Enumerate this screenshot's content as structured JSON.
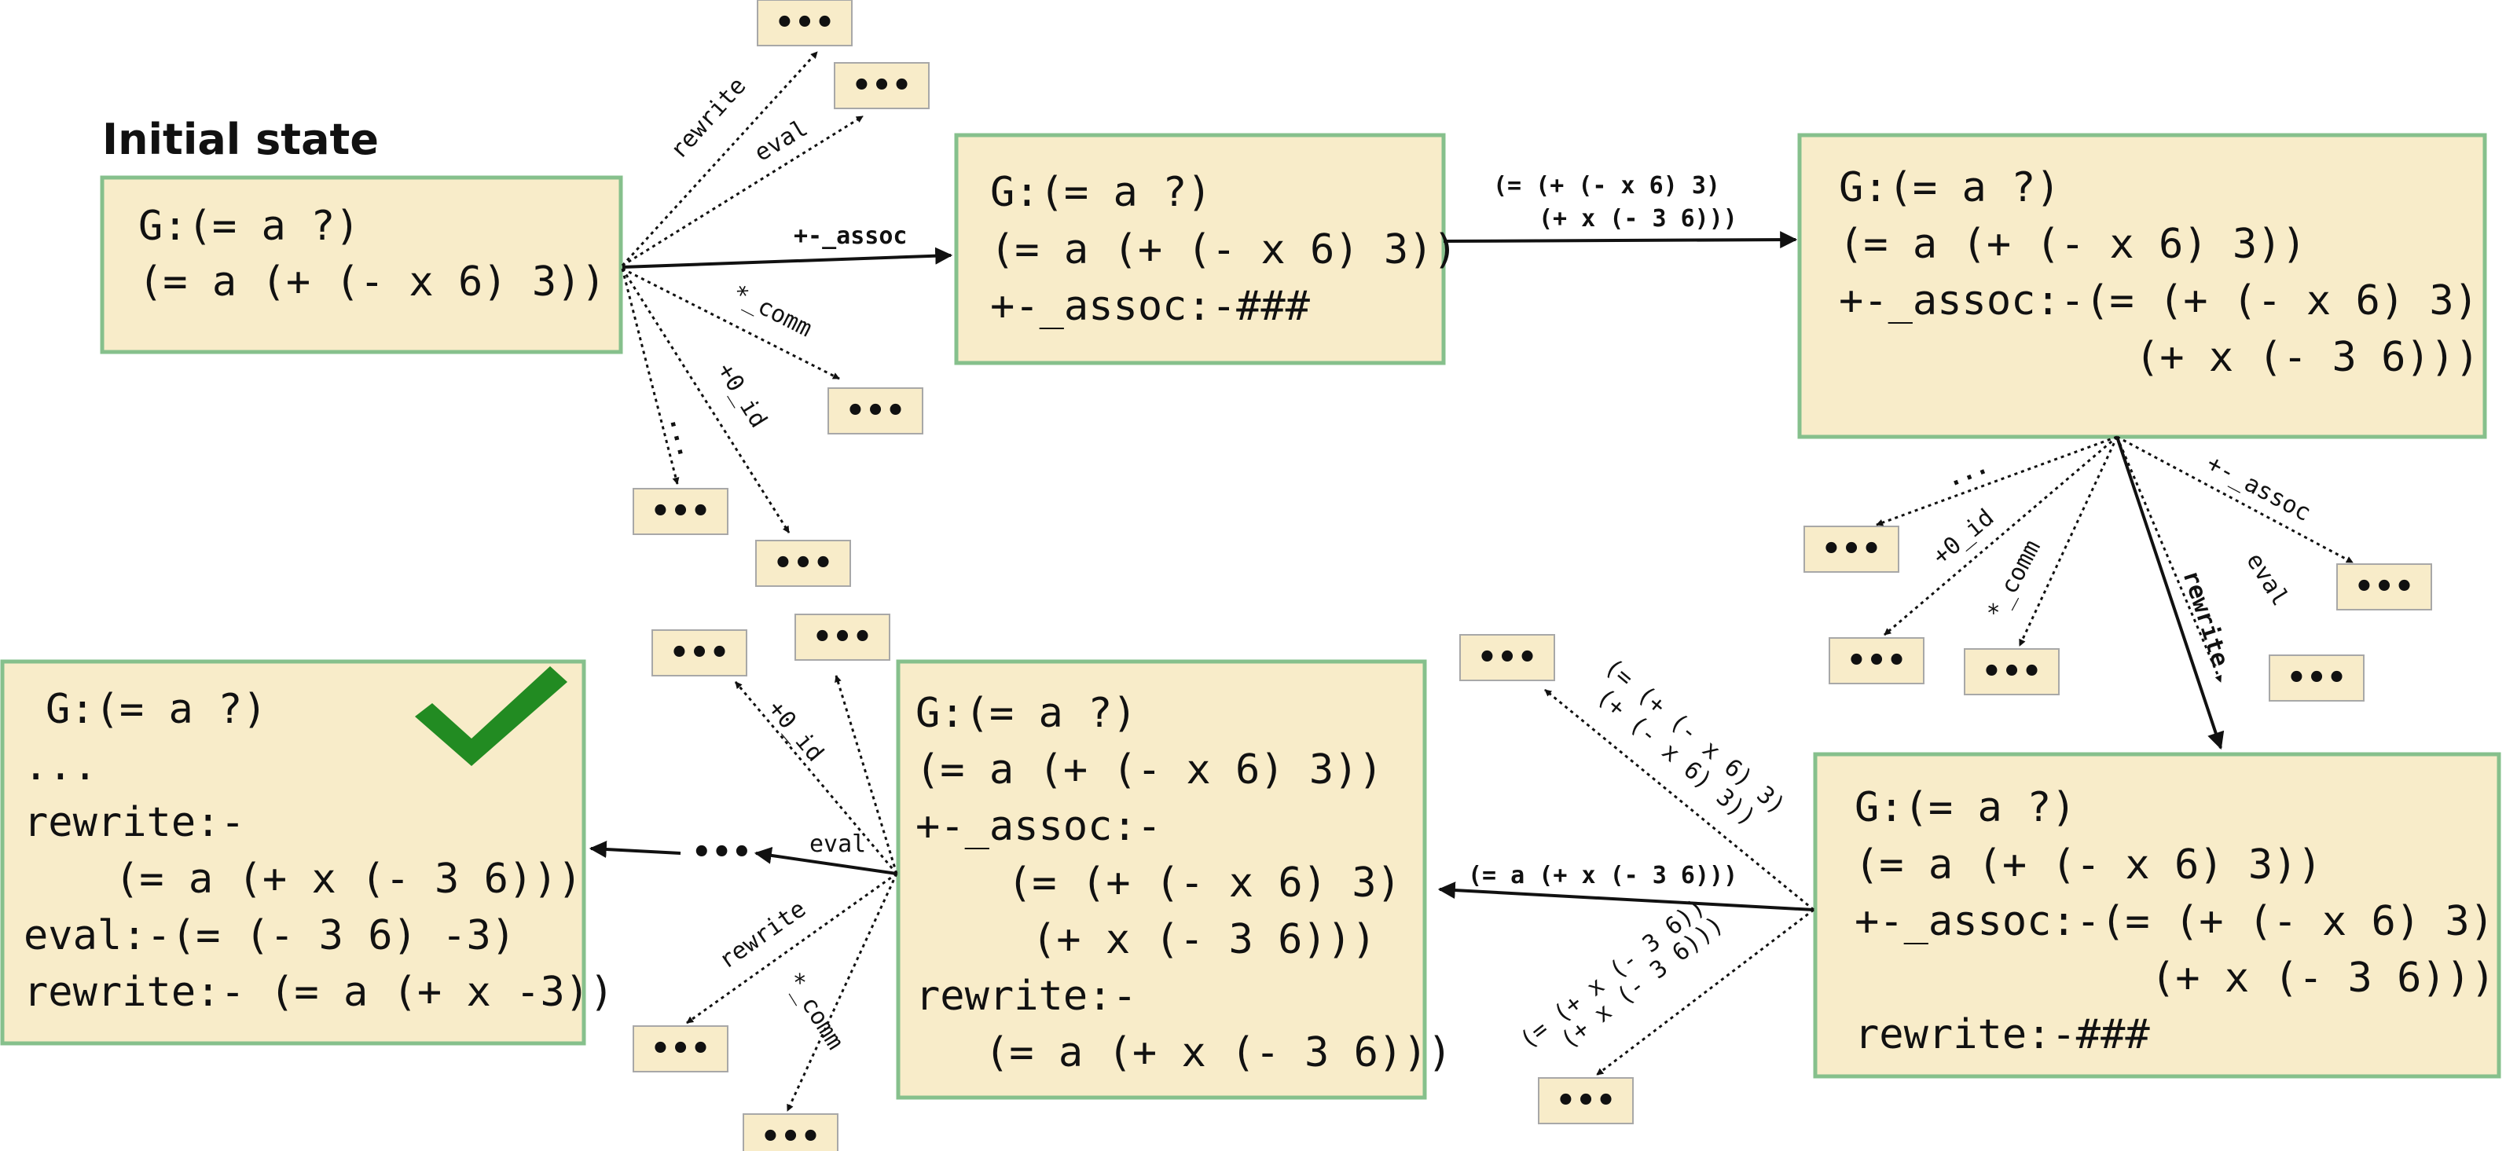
{
  "title": "Initial state",
  "colors": {
    "box_fill": "#f8ecc9",
    "box_border": "#86c08c",
    "small_fill": "#f8ecc9",
    "small_border": "#a8a8a8",
    "check": "#228b22",
    "ink": "#111111"
  },
  "icons": {
    "check": "check-icon"
  },
  "placeholder": "•••",
  "states": {
    "s1": [
      "G:(= a ?)",
      "(= a (+ (- x 6) 3))"
    ],
    "s2": [
      "G:(= a ?)",
      "(= a (+ (- x 6) 3))",
      "+-_assoc:-###"
    ],
    "s3": [
      "G:(= a ?)",
      "(= a (+ (- x 6) 3))",
      "+-_assoc:-(= (+ (- x 6) 3)",
      "(+ x (- 3 6)))"
    ],
    "s4": [
      "G:(= a ?)",
      "(= a (+ (- x 6) 3))",
      "+-_assoc:-(= (+ (- x 6) 3)",
      "(+ x (- 3 6)))",
      "rewrite:-###"
    ],
    "s5": [
      "G:(= a ?)",
      "(= a (+ (- x 6) 3))",
      "+-_assoc:-",
      "(= (+ (- x 6) 3)",
      "(+ x (- 3 6)))",
      "rewrite:-",
      "(= a (+ x (- 3 6)))"
    ],
    "s6": [
      "G:(= a ?)",
      "...",
      "rewrite:-",
      "(= a (+ x (- 3 6)))",
      "eval:-(= (- 3 6) -3)",
      "rewrite:- (= a (+ x -3))"
    ]
  },
  "edges": {
    "rewrite": "rewrite",
    "eval": "eval",
    "assoc": "+-_assoc",
    "comm": "*_comm",
    "zero_id": "+0_id",
    "ellipsis": "...",
    "s2_to_s3": [
      "(= (+ (- x 6) 3)",
      "(+ x (- 3 6)))"
    ],
    "s3_rewrite": "rewrite",
    "s4_to_s5": "(= a (+ x (- 3 6)))",
    "s4_up": [
      "(= (+ (- x 6) 3)",
      "(+ (- x 6) 3))"
    ],
    "s4_down": [
      "(= (+ x (- 3 6))",
      "(+ x (- 3 6)))"
    ]
  }
}
